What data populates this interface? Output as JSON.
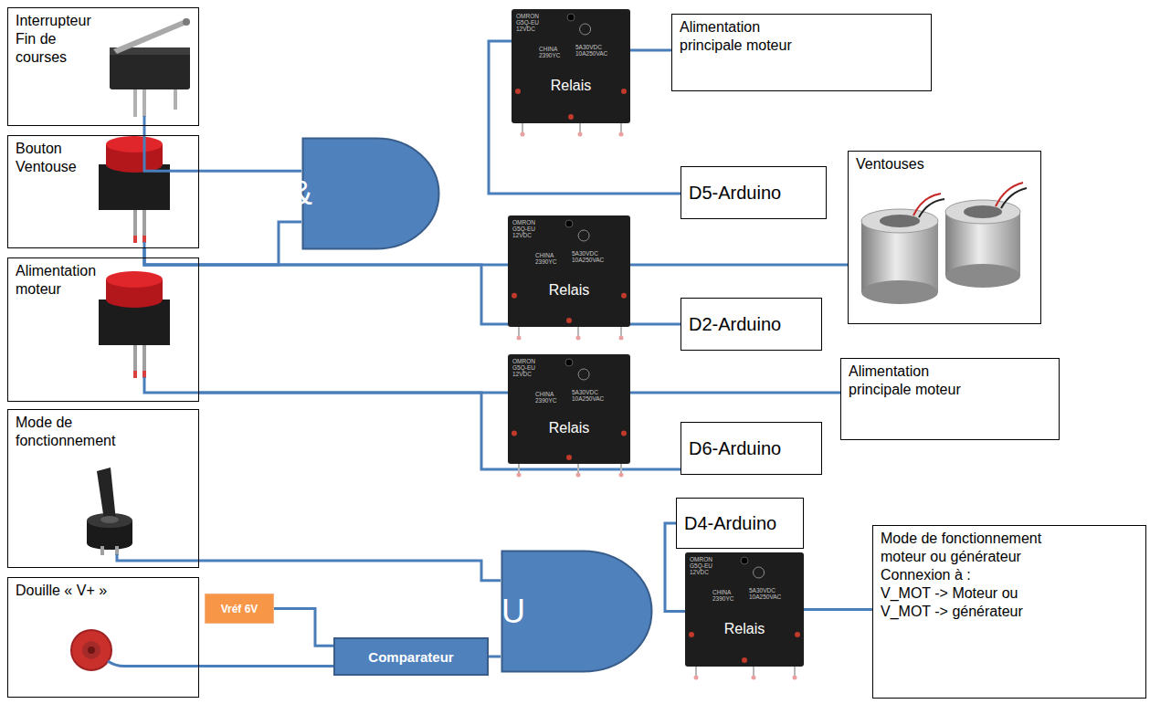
{
  "diagram": {
    "nodes": [
      {
        "text": [
          "Interrupteur Fin de courses"
        ]
      },
      {
        "text": [
          "Bouton Ventouse"
        ]
      },
      {
        "text": [
          "Alimentation moteur"
        ]
      },
      {
        "text": [
          "Mode de fonctionnement"
        ]
      },
      {
        "text": [
          "Douille « V+ »"
        ]
      },
      {
        "text": [
          "&"
        ]
      },
      {
        "text": [
          "OMRON G5Q-EU 12VDC",
          "CHINA 2390YC",
          "5A30VDC 10A250VAC",
          "Relais"
        ]
      },
      {
        "text": [
          "Alimentation principale moteur"
        ]
      },
      {
        "text": [
          "D5-Arduino"
        ]
      },
      {
        "text": [
          "Ventouses"
        ]
      },
      {
        "text": [
          "OMRON G5Q-EU 12VDC",
          "CHINA 2390YC",
          "5A30VDC 10A250VAC",
          "Relais"
        ]
      },
      {
        "text": [
          "D2-Arduino"
        ]
      },
      {
        "text": [
          "OMRON G5Q-EU 12VDC",
          "CHINA 2390YC",
          "5A30VDC 10A250VAC",
          "Relais"
        ]
      },
      {
        "text": [
          "Alimentation principale moteur"
        ]
      },
      {
        "text": [
          "D6-Arduino"
        ]
      },
      {
        "text": [
          "D4-Arduino"
        ]
      },
      {
        "text": [
          "OU"
        ]
      },
      {
        "text": [
          "OMRON G5Q-EU 12VDC",
          "CHINA 2390YC",
          "5A30VDC 10A250VAC",
          "Relais"
        ]
      },
      {
        "text": [
          "Mode de fonctionnement moteur ou générateur",
          "Connexion à :",
          "V_MOT -> Moteur ou",
          "V_MOT -> générateur"
        ]
      },
      {
        "text": [
          "Vréf 6V"
        ]
      },
      {
        "text": [
          "Comparateur"
        ]
      }
    ],
    "edges": [
      {
        "from": 0,
        "to": 5,
        "arrow": "none"
      },
      {
        "from": 1,
        "to": 5,
        "arrow": "none"
      },
      {
        "from": 1,
        "to": 10,
        "arrow": "none"
      },
      {
        "from": 1,
        "to": 11,
        "arrow": "none"
      },
      {
        "from": 5,
        "to": 6,
        "arrow": "none"
      },
      {
        "from": 5,
        "to": 8,
        "arrow": "none"
      },
      {
        "from": 6,
        "to": 7,
        "arrow": "none"
      },
      {
        "from": 10,
        "to": 9,
        "arrow": "none"
      },
      {
        "from": 2,
        "to": 12,
        "arrow": "none"
      },
      {
        "from": 2,
        "to": 14,
        "arrow": "none"
      },
      {
        "from": 12,
        "to": 13,
        "arrow": "none"
      },
      {
        "from": 3,
        "to": 16,
        "arrow": "none"
      },
      {
        "from": 4,
        "to": 20,
        "arrow": "none"
      },
      {
        "from": 19,
        "to": 20,
        "arrow": "none"
      },
      {
        "from": 20,
        "to": 16,
        "arrow": "none"
      },
      {
        "from": 16,
        "to": 15,
        "arrow": "none"
      },
      {
        "from": 16,
        "to": 17,
        "arrow": "none"
      },
      {
        "from": 17,
        "to": 18,
        "arrow": "none"
      }
    ]
  }
}
